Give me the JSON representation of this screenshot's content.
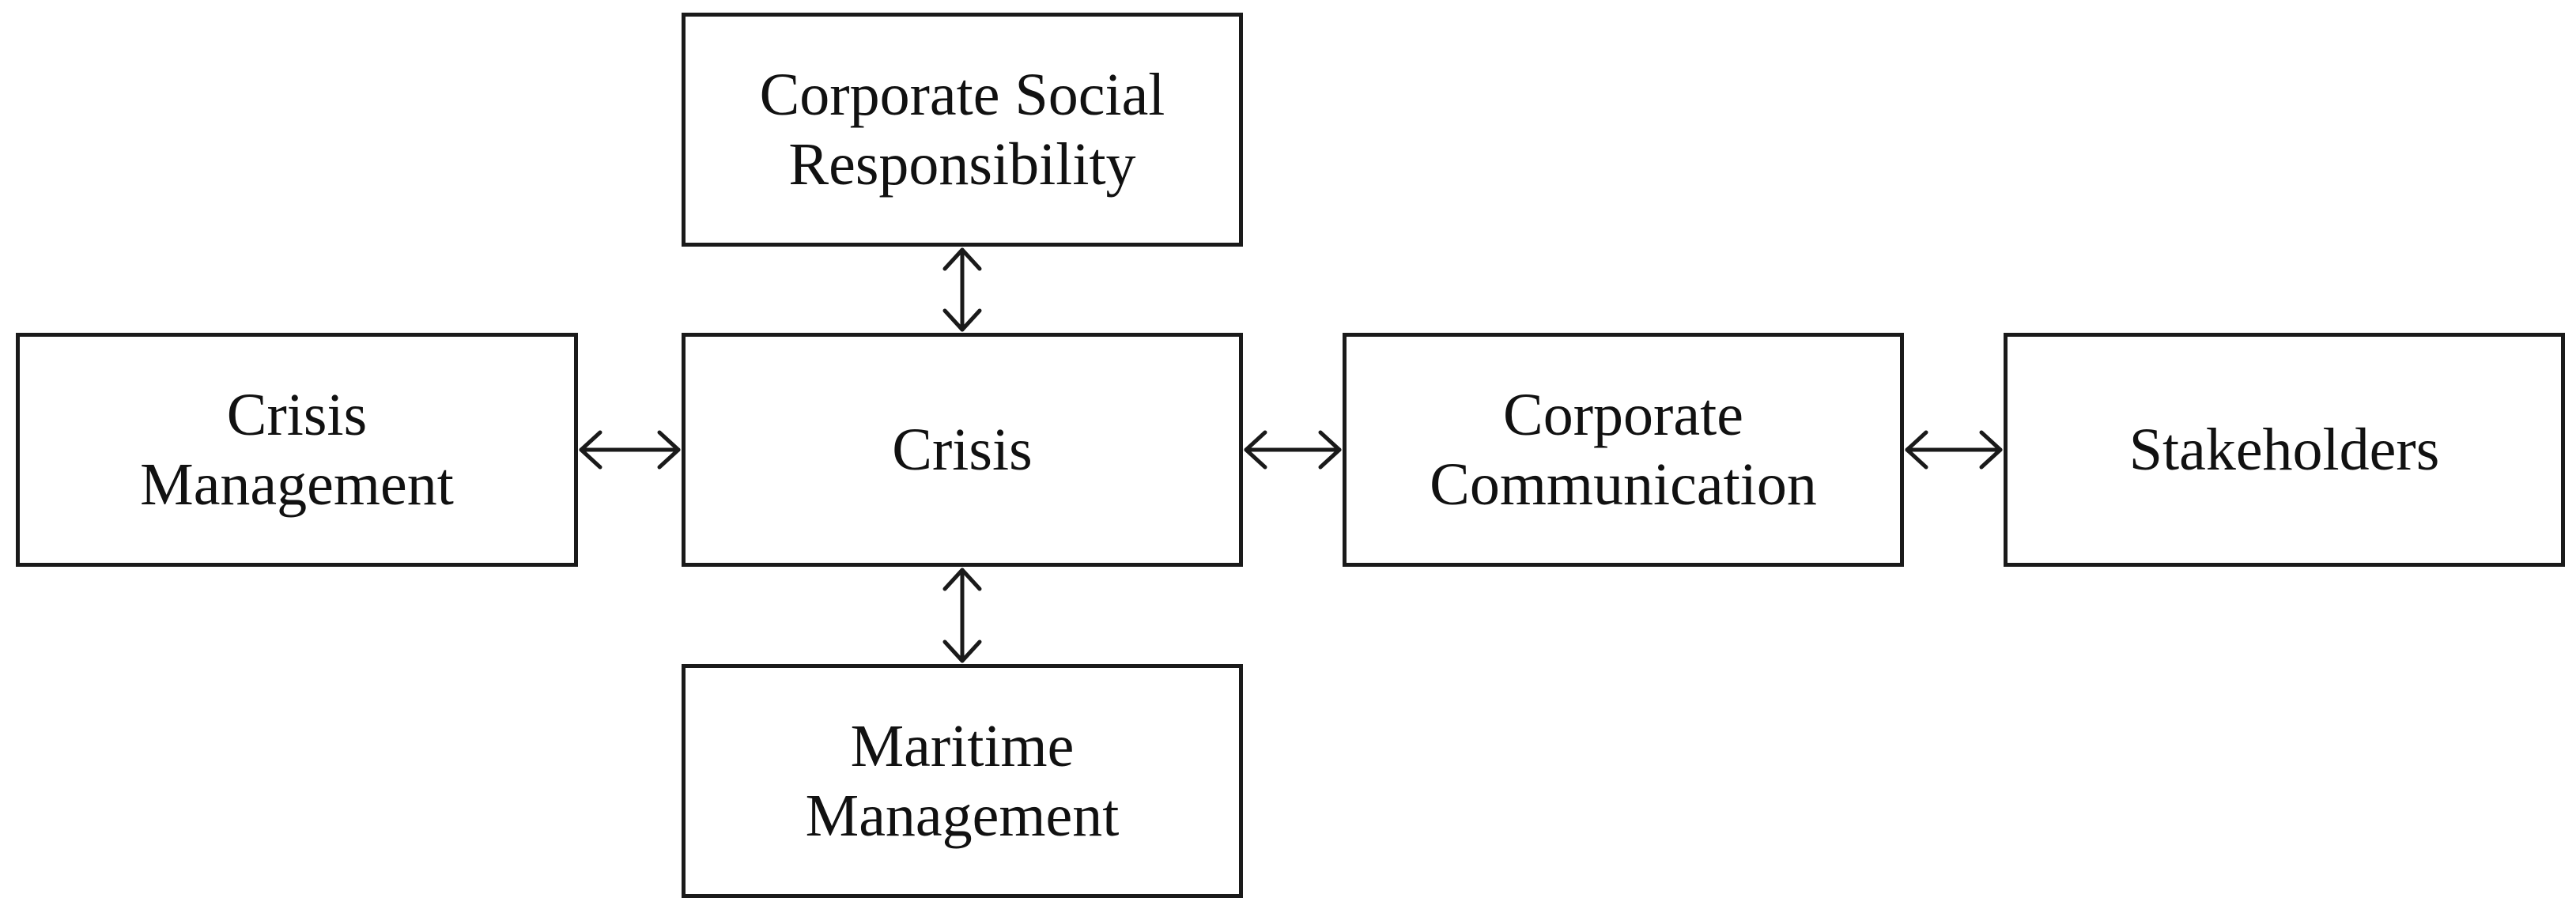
{
  "nodes": {
    "csr": "Corporate Social\nResponsibility",
    "crisis_management": "Crisis\nManagement",
    "crisis": "Crisis",
    "corporate_communication": "Corporate\nCommunication",
    "stakeholders": "Stakeholders",
    "maritime_management": "Maritime\nManagement"
  },
  "edges": [
    {
      "from": "crisis",
      "to": "csr",
      "type": "bidirectional"
    },
    {
      "from": "crisis_management",
      "to": "crisis",
      "type": "bidirectional"
    },
    {
      "from": "crisis",
      "to": "corporate_communication",
      "type": "bidirectional"
    },
    {
      "from": "corporate_communication",
      "to": "stakeholders",
      "type": "bidirectional"
    },
    {
      "from": "crisis",
      "to": "maritime_management",
      "type": "bidirectional"
    }
  ],
  "colors": {
    "stroke": "#1a1a1a",
    "text": "#111111",
    "background": "#ffffff"
  }
}
